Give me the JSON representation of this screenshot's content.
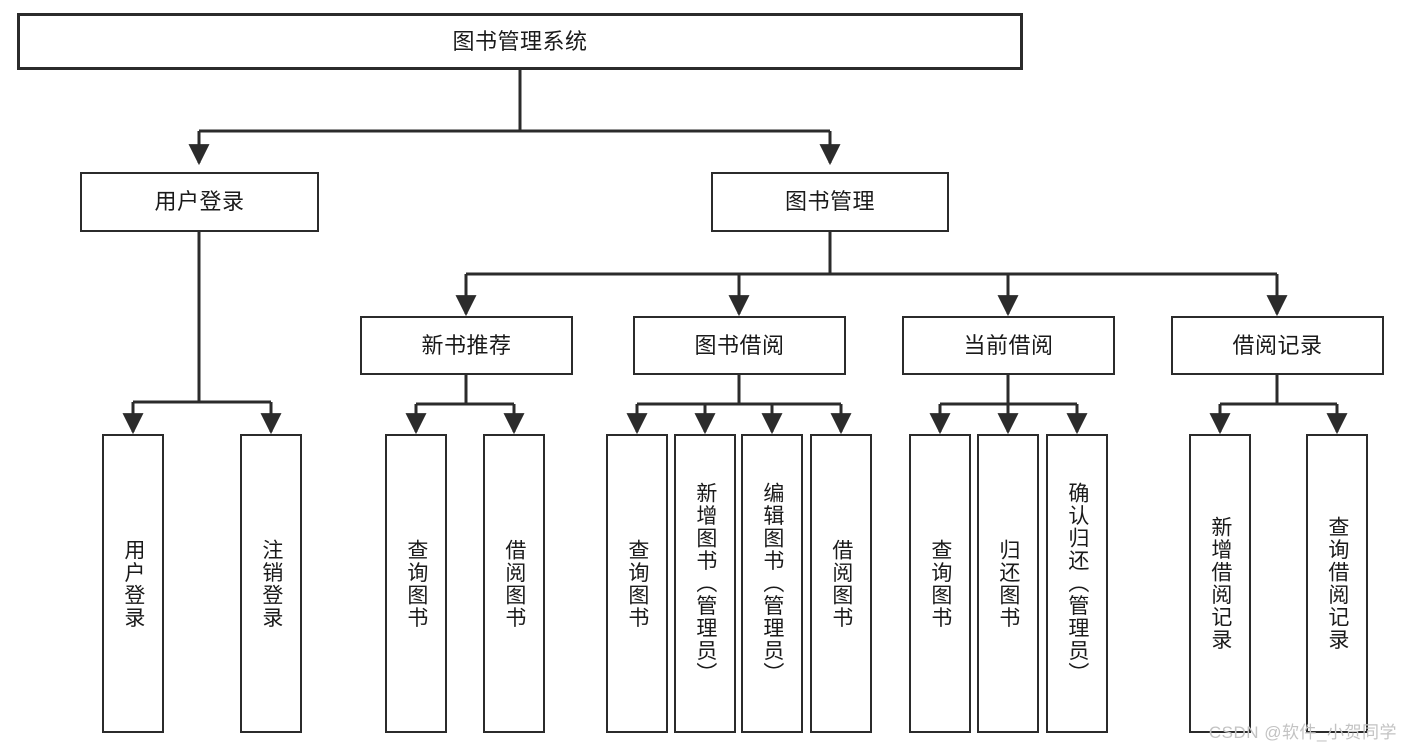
{
  "diagram": {
    "title": "图书管理系统",
    "type": "tree",
    "colors": {
      "box_border": "#2b2b2b",
      "box_fill": "#ffffff",
      "connector": "#2b2b2b",
      "text": "#1a1a1a",
      "watermark": "#c3c3c3"
    },
    "nodes": {
      "root": {
        "label": "图书管理系统"
      },
      "level1": [
        {
          "label": "用户登录"
        },
        {
          "label": "图书管理"
        }
      ],
      "level2": [
        {
          "label": "新书推荐"
        },
        {
          "label": "图书借阅"
        },
        {
          "label": "当前借阅"
        },
        {
          "label": "借阅记录"
        }
      ],
      "leaves": [
        {
          "label": "用户登录",
          "parent": "用户登录"
        },
        {
          "label": "注销登录",
          "parent": "用户登录"
        },
        {
          "label": "查询图书",
          "parent": "新书推荐"
        },
        {
          "label": "借阅图书",
          "parent": "新书推荐"
        },
        {
          "label": "查询图书",
          "parent": "图书借阅"
        },
        {
          "label": "新增图书（管理员）",
          "parent": "图书借阅"
        },
        {
          "label": "编辑图书（管理员）",
          "parent": "图书借阅"
        },
        {
          "label": "借阅图书",
          "parent": "图书借阅"
        },
        {
          "label": "查询图书",
          "parent": "当前借阅"
        },
        {
          "label": "归还图书",
          "parent": "当前借阅"
        },
        {
          "label": "确认归还（管理员）",
          "parent": "当前借阅"
        },
        {
          "label": "新增借阅记录",
          "parent": "借阅记录"
        },
        {
          "label": "查询借阅记录",
          "parent": "借阅记录"
        }
      ]
    }
  },
  "watermark": {
    "text": "CSDN @软件_小贺同学"
  }
}
